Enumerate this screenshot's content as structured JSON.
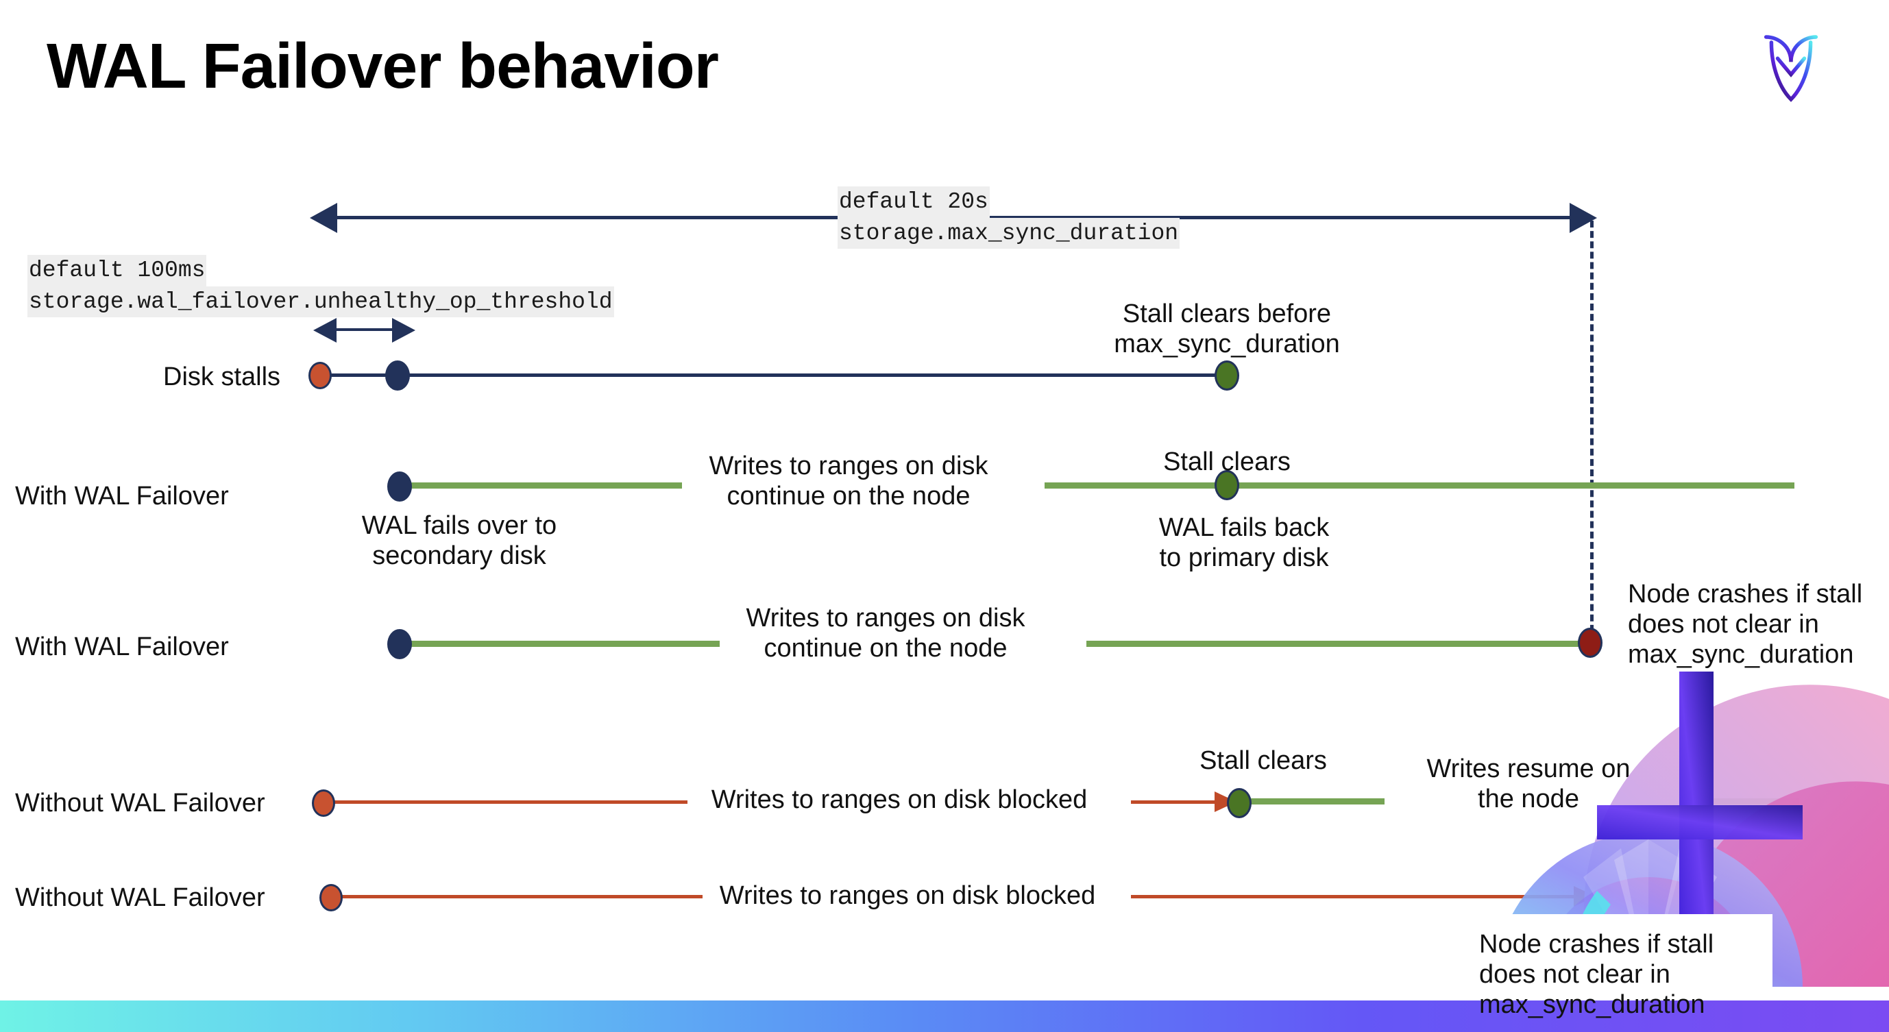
{
  "slide": {
    "title": "WAL Failover behavior",
    "logo_icon": "cockroach-labs-logo-icon"
  },
  "annotations": {
    "max_sync": {
      "line1": "default 20s",
      "line2": "storage.max_sync_duration"
    },
    "unhealthy_op": {
      "line1": "default 100ms",
      "line2": "storage.wal_failover.unhealthy_op_threshold"
    }
  },
  "rows": [
    {
      "key": "disk-stalls",
      "label": "Disk stalls",
      "note_above": "Stall clears before\nmax_sync_duration"
    },
    {
      "key": "with-wal-failover-1",
      "label": "With WAL Failover",
      "note_below_start": "WAL fails over to\nsecondary disk",
      "note_mid": "Writes to ranges on disk\ncontinue on the node",
      "note_clear": "Stall clears",
      "note_clear_below": "WAL fails  back\nto primary disk"
    },
    {
      "key": "with-wal-failover-2",
      "label": "With WAL Failover",
      "note_mid": "Writes to ranges on disk\ncontinue on the node",
      "note_crash": "Node crashes if stall\ndoes not clear in\nmax_sync_duration"
    },
    {
      "key": "without-wal-failover-1",
      "label": "Without WAL Failover",
      "note_mid": "Writes to ranges on disk  blocked",
      "note_clear": "Stall clears",
      "note_resume": "Writes resume on\nthe node"
    },
    {
      "key": "without-wal-failover-2",
      "label": "Without WAL Failover",
      "note_mid": "Writes to ranges on disk  blocked",
      "note_crash": "Node crashes if stall\ndoes not clear in\nmax_sync_duration"
    }
  ],
  "colors": {
    "navy": "#22325a",
    "green_line": "#76a454",
    "green_dot": "#4a7524",
    "orange": "#c85230",
    "red_line": "#c04a28",
    "dark_red": "#8e1d16",
    "code_bg": "#eeeeee"
  }
}
